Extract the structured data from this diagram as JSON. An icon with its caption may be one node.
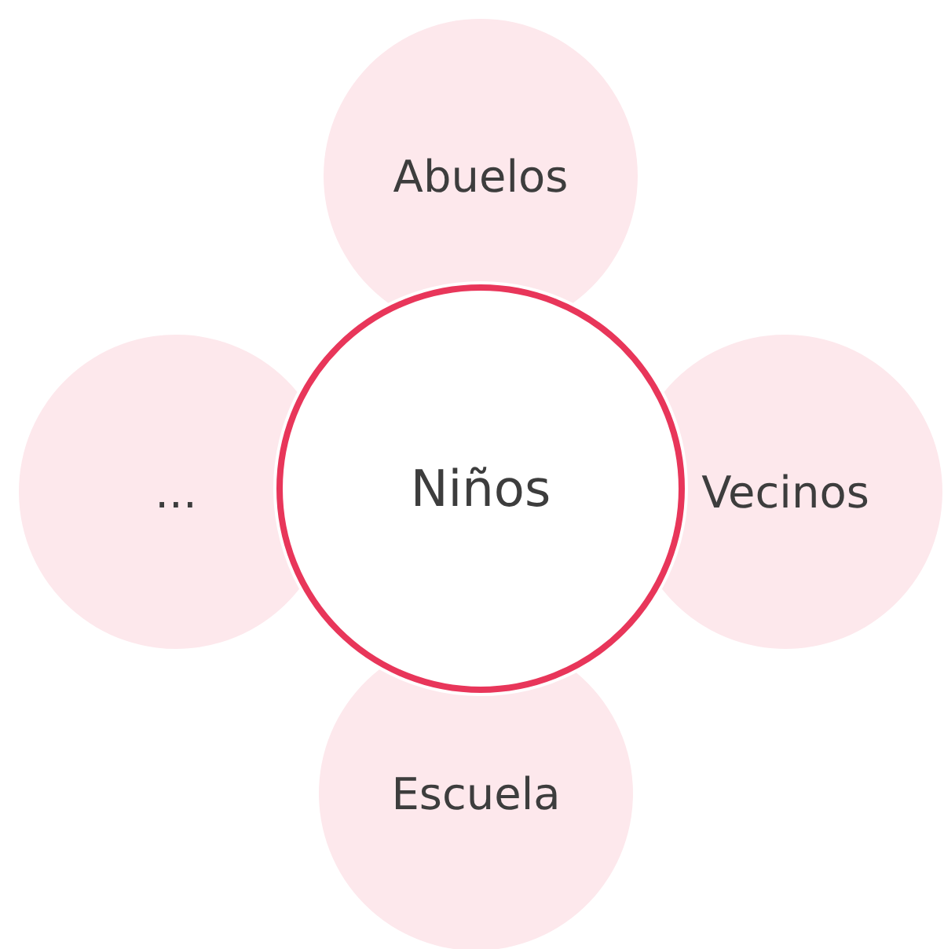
{
  "diagram": {
    "nodes": [
      {
        "text": [
          "Abuelos"
        ]
      },
      {
        "text": [
          "..."
        ]
      },
      {
        "text": [
          "Niños"
        ]
      },
      {
        "text": [
          "Vecinos"
        ]
      },
      {
        "text": [
          "Escuela"
        ]
      }
    ]
  }
}
